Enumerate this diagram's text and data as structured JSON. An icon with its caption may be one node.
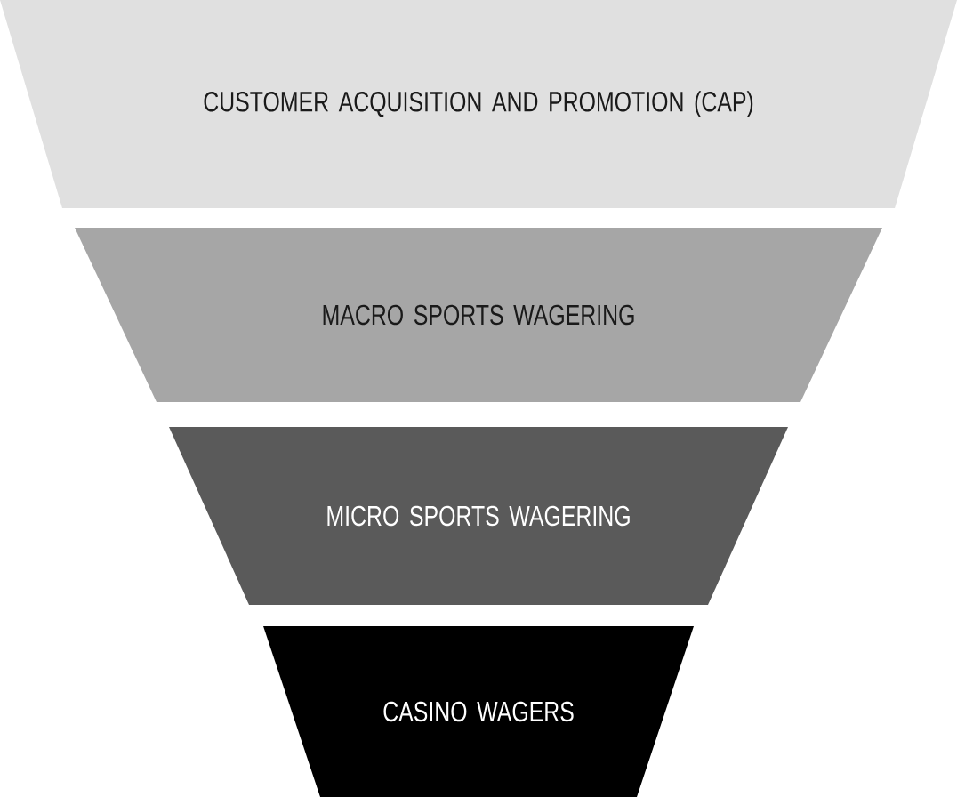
{
  "diagram": {
    "nodes": [
      {
        "text": [
          "CUSTOMER ACQUISITION AND PROMOTION (CAP)"
        ]
      },
      {
        "text": [
          "MACRO SPORTS WAGERING"
        ]
      },
      {
        "text": [
          "MICRO SPORTS WAGERING"
        ]
      },
      {
        "text": [
          "CASINO WAGERS"
        ]
      }
    ]
  }
}
